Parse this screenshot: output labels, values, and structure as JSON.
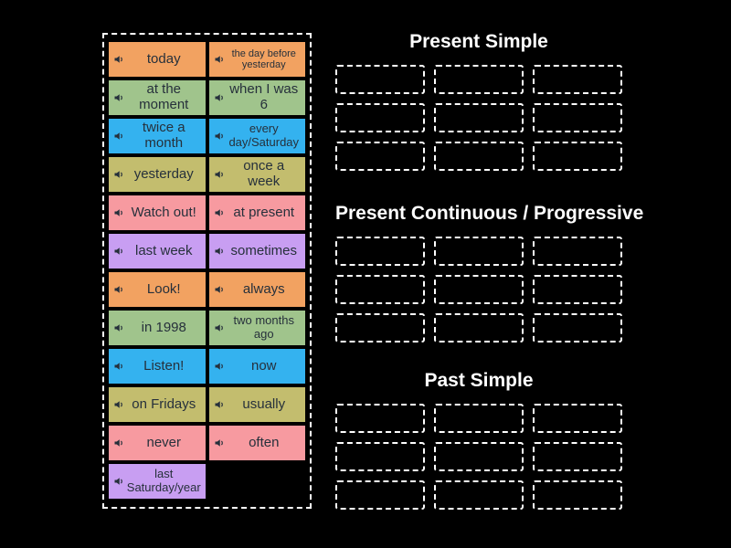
{
  "palette": {
    "background": "#000000",
    "dashed_border": "#ffffff",
    "tile_text": "#26303b",
    "orange": "#F2A261",
    "green": "#A0C48C",
    "blue": "#34B2EF",
    "olive": "#C3BD6E",
    "pink": "#F79AA0",
    "purple": "#C89EF2"
  },
  "word_bank": {
    "tiles": [
      {
        "label": "today",
        "color": "#F2A261"
      },
      {
        "label": "the day before yesterday",
        "color": "#F2A261"
      },
      {
        "label": "at the moment",
        "color": "#A0C48C"
      },
      {
        "label": "when I was 6",
        "color": "#A0C48C"
      },
      {
        "label": "twice a month",
        "color": "#34B2EF"
      },
      {
        "label": "every day/Saturday",
        "color": "#34B2EF"
      },
      {
        "label": "yesterday",
        "color": "#C3BD6E"
      },
      {
        "label": "once a week",
        "color": "#C3BD6E"
      },
      {
        "label": "Watch out!",
        "color": "#F79AA0"
      },
      {
        "label": "at present",
        "color": "#F79AA0"
      },
      {
        "label": "last week",
        "color": "#C89EF2"
      },
      {
        "label": "sometimes",
        "color": "#C89EF2"
      },
      {
        "label": "Look!",
        "color": "#F2A261"
      },
      {
        "label": "always",
        "color": "#F2A261"
      },
      {
        "label": "in 1998",
        "color": "#A0C48C"
      },
      {
        "label": "two months ago",
        "color": "#A0C48C"
      },
      {
        "label": "Listen!",
        "color": "#34B2EF"
      },
      {
        "label": "now",
        "color": "#34B2EF"
      },
      {
        "label": "on Fridays",
        "color": "#C3BD6E"
      },
      {
        "label": "usually",
        "color": "#C3BD6E"
      },
      {
        "label": "never",
        "color": "#F79AA0"
      },
      {
        "label": "often",
        "color": "#F79AA0"
      },
      {
        "label": "last Saturday/year",
        "color": "#C89EF2"
      }
    ]
  },
  "groups": [
    {
      "title": "Present Simple",
      "slot_count": 9
    },
    {
      "title": "Present Continuous / Progressive",
      "slot_count": 9
    },
    {
      "title": "Past Simple",
      "slot_count": 9
    }
  ]
}
